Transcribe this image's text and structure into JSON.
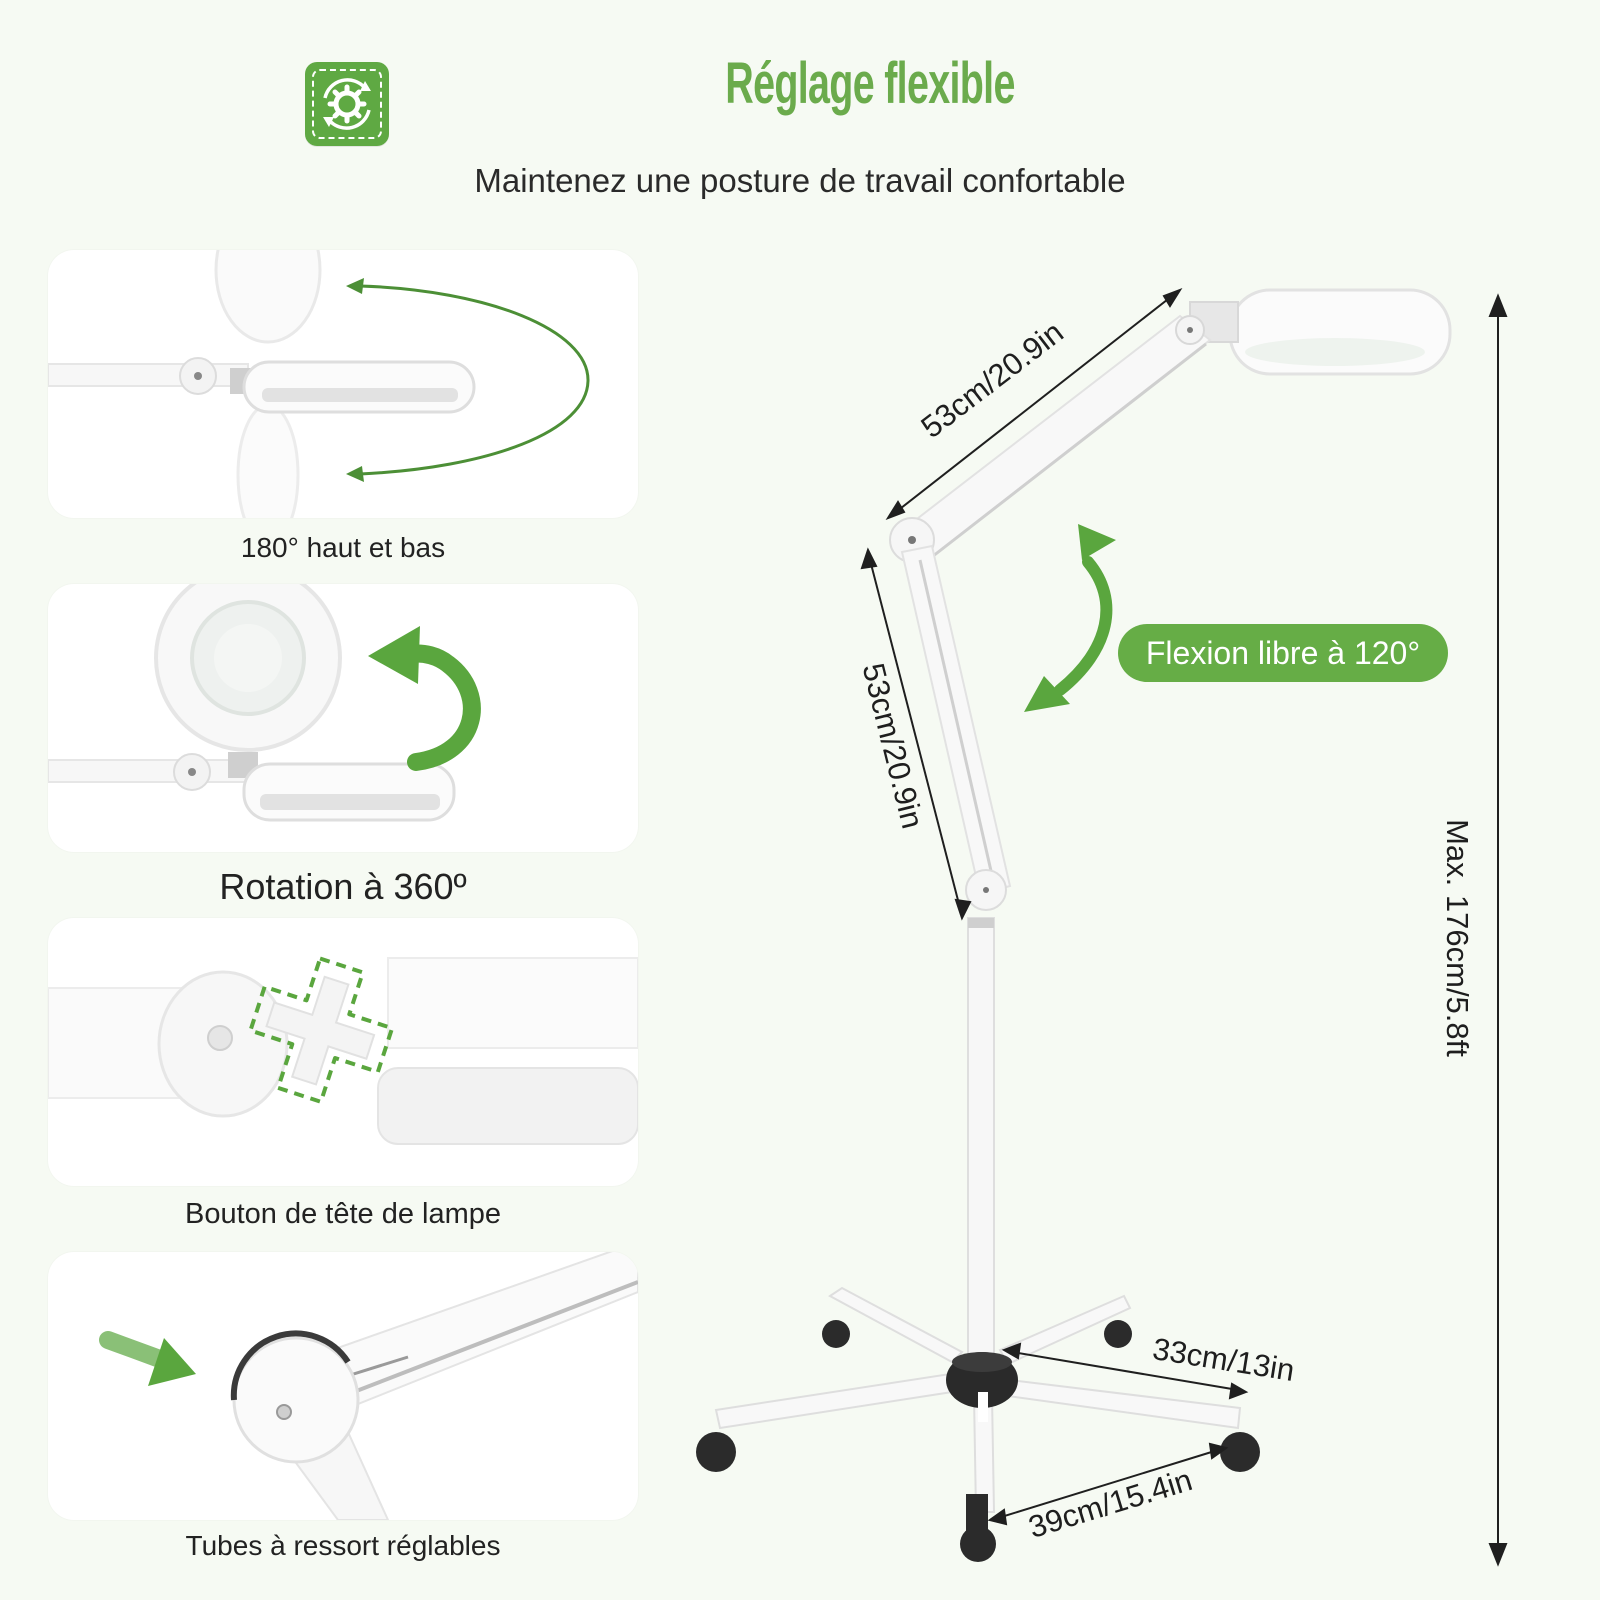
{
  "header": {
    "title": "Réglage flexible",
    "subtitle": "Maintenez une posture de travail confortable",
    "badge_icon": "gear-refresh-icon"
  },
  "features": [
    {
      "caption": "180° haut et bas",
      "icon": "curved-arrow-icon"
    },
    {
      "caption": "Rotation à 360º",
      "icon": "rotate-arrow-icon"
    },
    {
      "caption": "Bouton de tête de lampe",
      "icon": "cross-knob-icon"
    },
    {
      "caption": "Tubes à ressort réglables",
      "icon": "arrow-right-icon"
    }
  ],
  "dimensions": {
    "upper_arm": "53cm/20.9in",
    "lower_arm": "53cm/20.9in",
    "max_height": "Max. 176cm/5.8ft",
    "base_leg": "33cm/13in",
    "base_width": "39cm/15.4in"
  },
  "flex_label": "Flexion libre à 120°",
  "colors": {
    "accent": "#66ad46",
    "background": "#f6faf3",
    "panel": "#ffffff"
  }
}
